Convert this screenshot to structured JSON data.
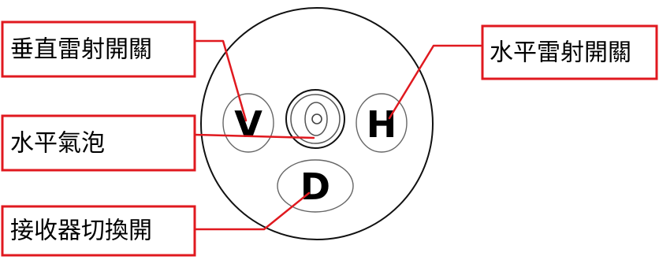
{
  "diagram": {
    "labels": {
      "vertical_laser_switch": "垂直雷射開關",
      "horizontal_laser_switch": "水平雷射開關",
      "horizontal_bubble": "水平氣泡",
      "receiver_mode_switch": "接收器切換開"
    },
    "buttons": {
      "vertical": "V",
      "horizontal": "H",
      "detector": "D"
    },
    "colors": {
      "callout": "#e0191f",
      "outline": "#111111"
    }
  }
}
